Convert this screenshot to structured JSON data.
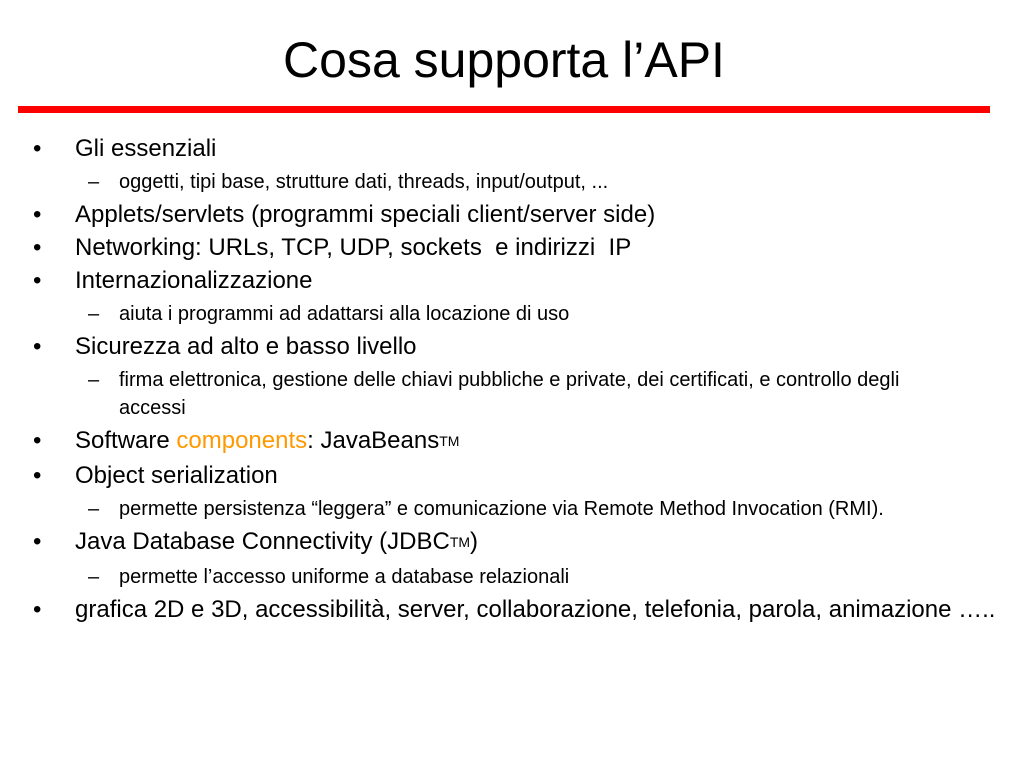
{
  "slide": {
    "title": "Cosa supporta l’API",
    "rule_color": "#ff0000",
    "accent_color": "#ff9900",
    "bullet_glyph": "•",
    "dash_glyph": "–"
  },
  "items": {
    "essenziali": "Gli essenziali",
    "essenziali_sub": "oggetti, tipi base, strutture dati, threads, input/output, ...",
    "applets": "Applets/servlets (programmi speciali client/server side)",
    "networking": "Networking: URLs, TCP, UDP, sockets  e indirizzi  IP",
    "internaz": "Internazionalizzazione",
    "internaz_sub": "aiuta i programmi ad adattarsi alla locazione di uso",
    "sicurezza": "Sicurezza ad alto e basso livello",
    "sicurezza_sub": "firma elettronica, gestione delle chiavi pubbliche e private, dei certificati, e controllo degli accessi",
    "software_pre": "Software ",
    "software_highlight": "components",
    "software_post": ": JavaBeans",
    "tm": "TM",
    "serialization": "Object serialization",
    "serialization_sub": "permette persistenza “leggera” e comunicazione via Remote Method Invocation (RMI).",
    "jdbc_pre": "Java Database Connectivity (JDBC",
    "jdbc_post": ")",
    "jdbc_sub": "permette l’accesso uniforme a database relazionali",
    "grafica": "grafica  2D e 3D, accessibilità, server, collaborazione, telefonia, parola, animazione ….."
  }
}
